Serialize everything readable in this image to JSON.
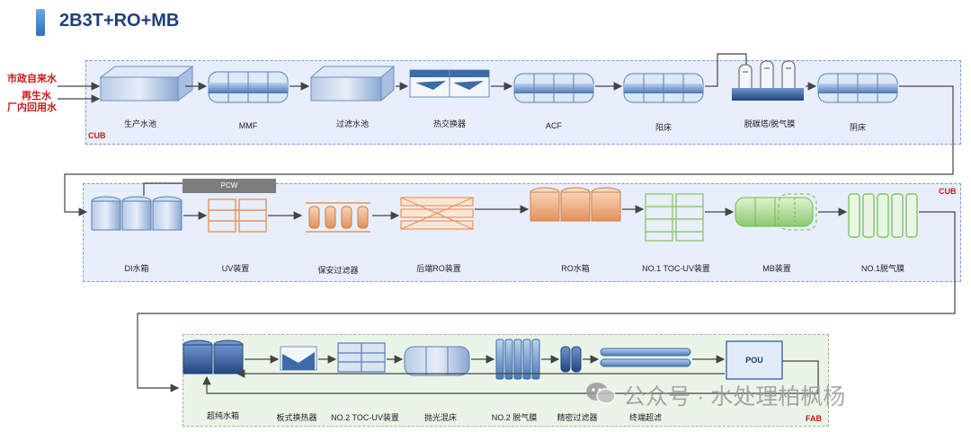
{
  "title": "2B3T+RO+MB",
  "sources": [
    "市政自来水",
    "再生水",
    "厂内回用水"
  ],
  "zones": {
    "row1": "CUB",
    "row2": "CUB",
    "row3": "FAB"
  },
  "pcw_label": "PCW",
  "row1": [
    "生产水池",
    "MMF",
    "过滤水池",
    "热交换器",
    "ACF",
    "阳床",
    "脱碳塔/脱气膜",
    "阴床"
  ],
  "row2": [
    "DI水箱",
    "UV装置",
    "保安过滤器",
    "后端RO装置",
    "RO水箱",
    "NO.1 TOC-UV装置",
    "MB装置",
    "NO.1脱气膜"
  ],
  "row3": [
    "超纯水箱",
    "板式换热器",
    "NO.2 TOC-UV装置",
    "抛光混床",
    "NO.2 脱气膜",
    "精密过滤器",
    "终端超滤"
  ],
  "pou_label": "POU",
  "watermark": "公众号 · 水处理柏枫杨",
  "colors": {
    "accent_red": "#d01818",
    "blue_panel": "#e8eefb",
    "green_panel": "#eaf5e8",
    "orange_equipment": "#e8945a",
    "green_equipment": "#6cbf4a"
  }
}
